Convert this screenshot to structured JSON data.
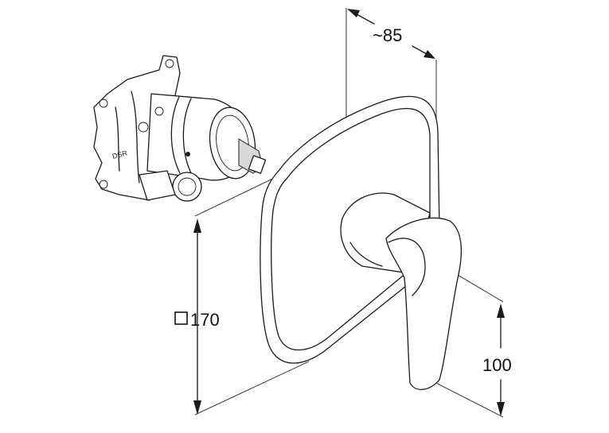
{
  "dimensions": {
    "depth_label": "~85",
    "height_label": "170",
    "handle_label": "100"
  },
  "symbols": {
    "square_symbol": "square-icon"
  },
  "colors": {
    "line": "#1a1a1a",
    "background": "#ffffff"
  }
}
